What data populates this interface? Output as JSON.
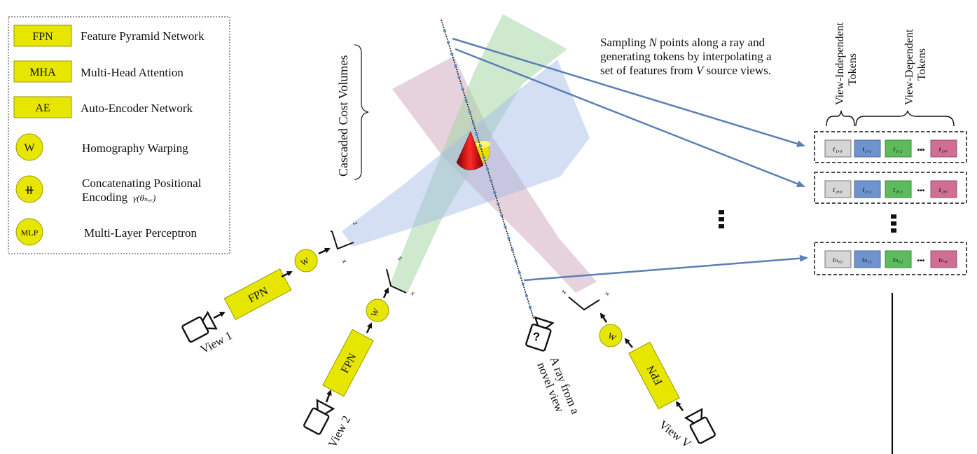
{
  "colors": {
    "yellow": "#e6e600",
    "yellow_stroke": "#9a9a00",
    "blue_token": "#6f93cf",
    "green_token": "#5dbb5d",
    "pink_token": "#cf6f92",
    "gray_token": "#d6d6d6",
    "arrow_blue": "#5b7fb5",
    "frustum_blue": "#9fb9e6",
    "frustum_green": "#9fd39f",
    "frustum_pink": "#c79bb4"
  },
  "legend": {
    "items": [
      {
        "symbol": "FPN",
        "shape": "rect",
        "desc": "Feature Pyramid Network"
      },
      {
        "symbol": "MHA",
        "shape": "rect",
        "desc": "Multi-Head Attention"
      },
      {
        "symbol": "AE",
        "shape": "rect",
        "desc": "Auto-Encoder Network"
      },
      {
        "symbol": "W",
        "shape": "circle",
        "desc": "Homography Warping"
      },
      {
        "symbol": "⧺",
        "shape": "circle",
        "desc": "Concatenating Positional",
        "desc2": "Encoding",
        "formula": "γ(θₙ,ᵥ)"
      },
      {
        "symbol": "MLP",
        "shape": "circle",
        "desc": "Multi-Layer Perceptron"
      }
    ]
  },
  "diagram": {
    "cascaded_label": "Cascaded Cost Volumes",
    "sampling_text": {
      "line1_pre": "Sampling ",
      "line1_var": "N",
      "line1_post": " points along a ray and",
      "line2": "generating tokens by interpolating a",
      "line3_pre": "set of features from ",
      "line3_var": "V",
      "line3_post": " source views."
    },
    "view1": "View 1",
    "view2": "View 2",
    "viewV": "View V",
    "fpn": "FPN",
    "w": "W",
    "axis_x": "x",
    "axis_z": "z",
    "novel_camera_mark": "?",
    "novel_line1": "A ray from a",
    "novel_line2": "novel view",
    "view_independent": {
      "line1": "View-Independent",
      "line2": "Tokens"
    },
    "view_dependent": {
      "line1": "View-Dependent",
      "line2": "Tokens"
    },
    "token_rows": [
      {
        "labels": [
          "t₁,₀",
          "t₁,₁",
          "t₁,₂",
          "t₁,ᵥ"
        ]
      },
      {
        "labels": [
          "t₂,₀",
          "t₂,₁",
          "t₂,₂",
          "t₂,ᵥ"
        ]
      },
      {
        "labels": [
          "tₙ,₀",
          "tₙ,₁",
          "tₙ,₂",
          "tₙ,ᵥ"
        ]
      }
    ],
    "ellipsis": "▪▪▪"
  }
}
